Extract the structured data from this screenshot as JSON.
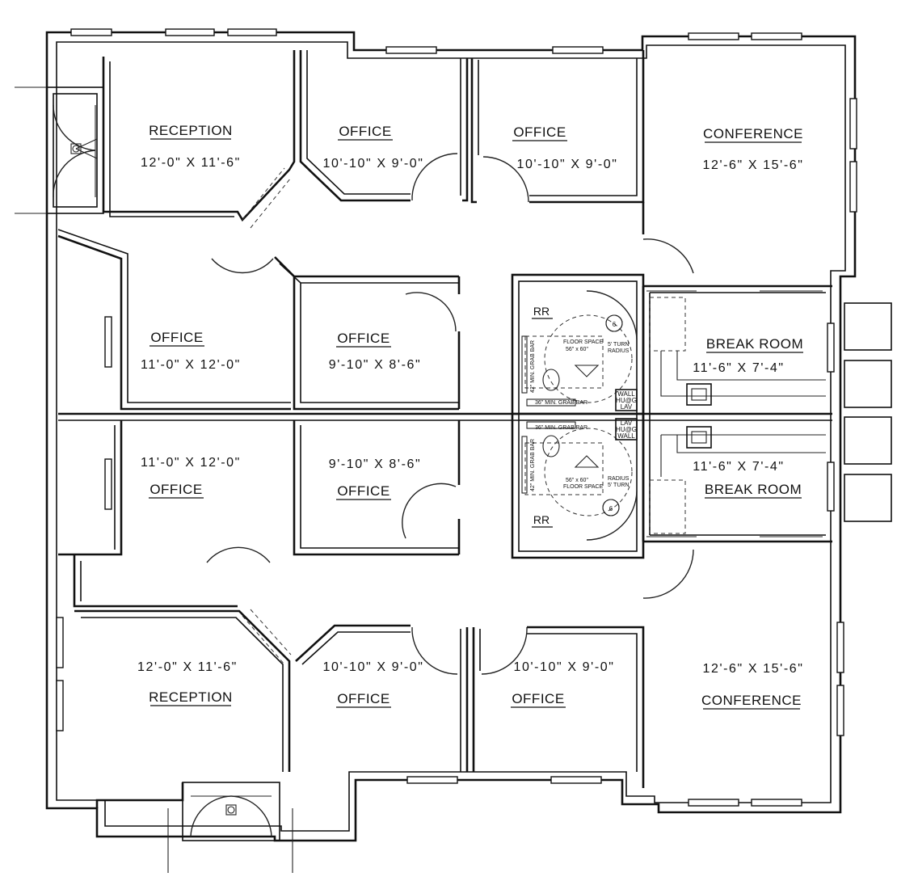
{
  "rooms": {
    "reception_top": {
      "name": "RECEPTION",
      "dims": "12'-0\" X 11'-6\""
    },
    "office_top_1": {
      "name": "OFFICE",
      "dims": "10'-10\" X 9'-0\""
    },
    "office_top_2": {
      "name": "OFFICE",
      "dims": "10'-10\" X 9'-0\""
    },
    "conference_top": {
      "name": "CONFERENCE",
      "dims": "12'-6\" X 15'-6\""
    },
    "office_left_upper": {
      "name": "OFFICE",
      "dims": "11'-0\" X 12'-0\""
    },
    "office_mid_upper": {
      "name": "OFFICE",
      "dims": "9'-10\" X 8'-6\""
    },
    "office_left_lower": {
      "name": "OFFICE",
      "dims": "11'-0\" X 12'-0\""
    },
    "office_mid_lower": {
      "name": "OFFICE",
      "dims": "9'-10\" X 8'-6\""
    },
    "break_room_top": {
      "name": "BREAK ROOM",
      "dims": "11'-6\" X 7'-4\""
    },
    "break_room_bottom": {
      "name": "BREAK ROOM",
      "dims": "11'-6\" X 7'-4\""
    },
    "reception_bottom": {
      "name": "RECEPTION",
      "dims": "12'-0\" X 11'-6\""
    },
    "office_bottom_1": {
      "name": "OFFICE",
      "dims": "10'-10\" X 9'-0\""
    },
    "office_bottom_2": {
      "name": "OFFICE",
      "dims": "10'-10\" X 9'-0\""
    },
    "conference_bottom": {
      "name": "CONFERENCE",
      "dims": "12'-6\" X 15'-6\""
    }
  },
  "restrooms": {
    "top": {
      "label": "RR",
      "tag": "6",
      "floor_space": "FLOOR SPACE",
      "floor_space_dims": "56\" x 60\"",
      "turn": "5' TURN",
      "radius": "RADIUS",
      "grab_bar_42": "42\" MIN. GRAB BAR",
      "grab_bar_36": "36\" MIN. GRAB BAR",
      "wall_hung_lav": [
        "WALL",
        "HU@G",
        "LAV"
      ]
    },
    "bottom": {
      "label": "RR",
      "tag": "6",
      "floor_space": "FLOOR SPACE",
      "floor_space_dims": "56\" x 60\"",
      "turn": "5' TURN",
      "radius": "RADIUS",
      "grab_bar_42": "42\" MIN. GRAB BAR",
      "grab_bar_36": "36\" MIN. GRAB BAR",
      "wall_hung_lav": [
        "LAV",
        "HU@G",
        "WALL"
      ]
    }
  }
}
